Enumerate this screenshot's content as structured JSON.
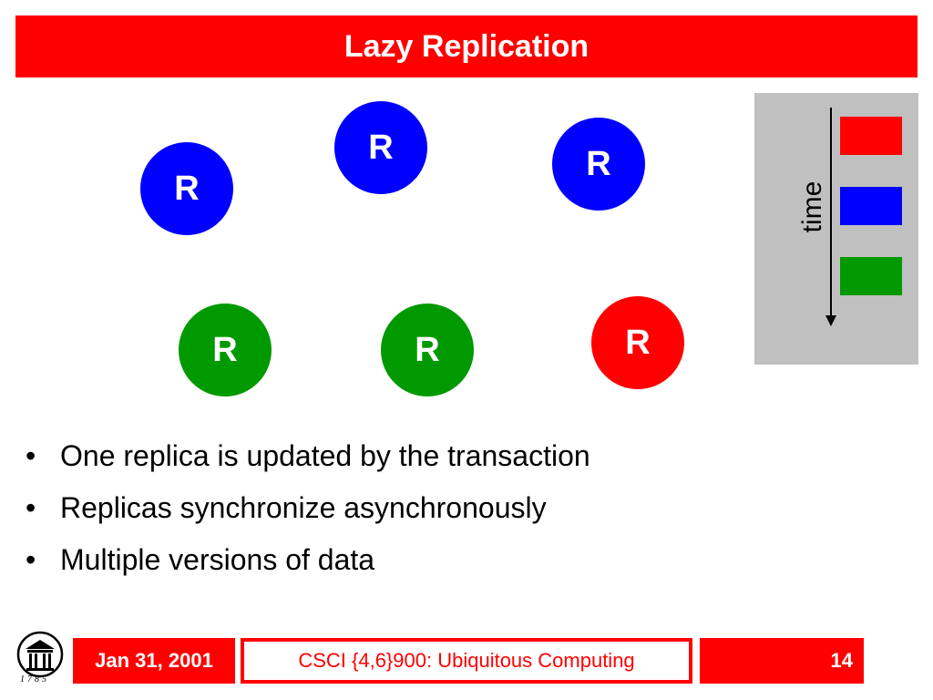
{
  "slide": {
    "title": "Lazy Replication"
  },
  "diagram": {
    "nodes": [
      {
        "label": "R",
        "color": "#0000ff"
      },
      {
        "label": "R",
        "color": "#0000ff"
      },
      {
        "label": "R",
        "color": "#0000ff"
      },
      {
        "label": "R",
        "color": "#009900"
      },
      {
        "label": "R",
        "color": "#009900"
      },
      {
        "label": "R",
        "color": "#ff0000"
      }
    ],
    "legend": {
      "time_label": "time",
      "swatches": [
        "#ff0000",
        "#0000ff",
        "#009900"
      ]
    }
  },
  "bullets": [
    "One replica is updated by the transaction",
    "Replicas synchronize asynchronously",
    "Multiple versions of data"
  ],
  "footer": {
    "date": "Jan 31, 2001",
    "course": "CSCI {4,6}900: Ubiquitous Computing",
    "page": "14",
    "logo_year": "1785"
  },
  "colors": {
    "accent": "#ff0000",
    "panel": "#c0c0c0"
  }
}
